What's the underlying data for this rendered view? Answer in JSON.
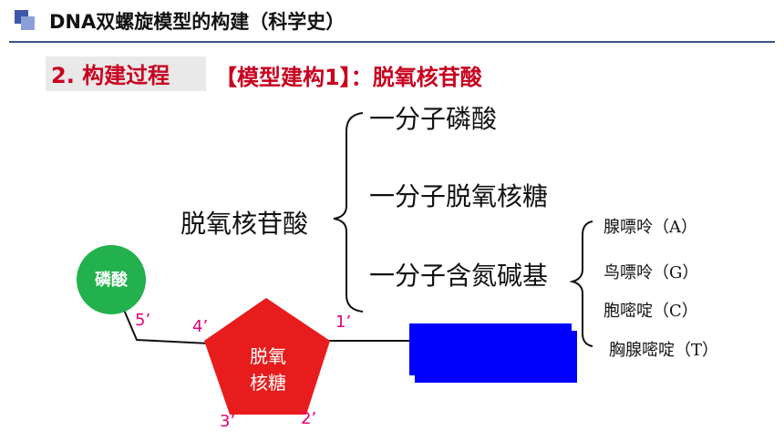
{
  "header": {
    "title": "DNA双螺旋模型的构建（科学史）"
  },
  "section": {
    "number_label": "2. 构建过程",
    "model_label": "【模型建构1】：脱氧核苷酸"
  },
  "tree": {
    "root": "脱氧核苷酸",
    "branches": [
      "一分子磷酸",
      "一分子脱氧核糖",
      "一分子含氮碱基"
    ],
    "bases": [
      "腺嘌呤（A）",
      "鸟嘌呤（G）",
      "胞嘧啶（C）",
      "胸腺嘧啶（T）"
    ]
  },
  "diagram": {
    "phosphate": "磷酸",
    "sugar_line1": "脱氧",
    "sugar_line2": "核糖",
    "positions": {
      "p5": "5’",
      "p4": "4’",
      "p1": "1’",
      "p3": "3’",
      "p2": "2’"
    },
    "colors": {
      "phosphate_fill": "#22b14c",
      "sugar_fill": "#e81c1c",
      "base_fill": "#0000ff",
      "position_text": "#e6007a",
      "heading_red": "#c8001e"
    }
  }
}
